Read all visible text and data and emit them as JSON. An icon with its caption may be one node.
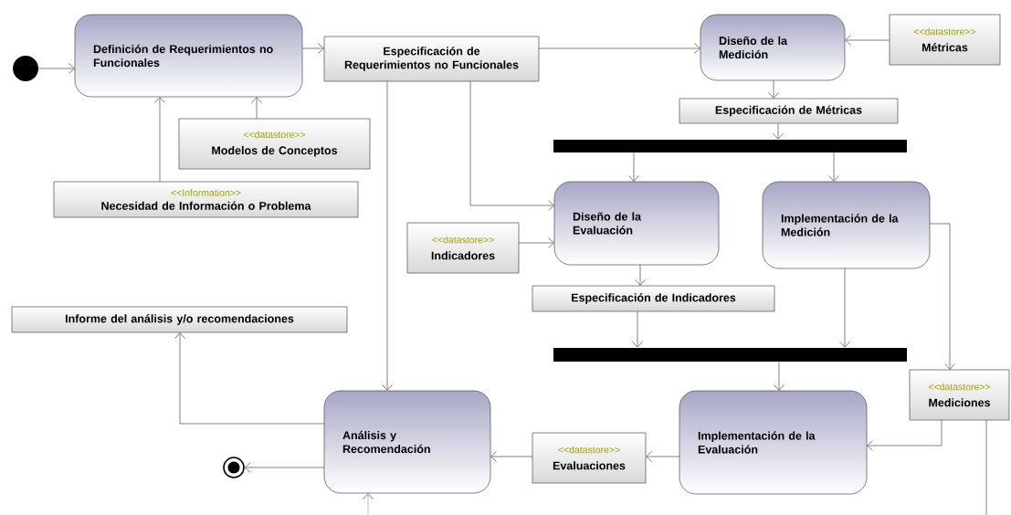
{
  "diagram": {
    "nodes": [
      {
        "text": [],
        "shape": "circle"
      },
      {
        "text": [
          "Definición de Requerimientos no Funcionales"
        ]
      },
      {
        "text": [
          "Especificación de Requerimientos no Funcionales"
        ]
      },
      {
        "text": [
          "Diseño de la Medición"
        ]
      },
      {
        "text": [
          "<<datastore>>",
          "Métricas"
        ]
      },
      {
        "text": [
          "<<datastore>>",
          "Modelos de Conceptos"
        ]
      },
      {
        "text": [
          "<<Information>>",
          "Necesidad de Información o Problema"
        ]
      },
      {
        "text": [
          "Especificación de Métricas"
        ]
      },
      {
        "text": [],
        "shape": "bar"
      },
      {
        "text": [
          "Diseño de la Evaluación"
        ]
      },
      {
        "text": [
          "<<datastore>>",
          "Indicadores"
        ]
      },
      {
        "text": [
          "Implementación de la Medición"
        ]
      },
      {
        "text": [
          "Especificación de Indicadores"
        ]
      },
      {
        "text": [
          "Informe del análisis y/o recomendaciones"
        ]
      },
      {
        "text": [],
        "shape": "bar"
      },
      {
        "text": [
          "Análisis y Recomendación"
        ]
      },
      {
        "text": [
          "<<datastore>>",
          "Mediciones"
        ]
      },
      {
        "text": [
          "Implementación de la Evaluación"
        ]
      },
      {
        "text": [
          "<<datastore>>",
          "Evaluaciones"
        ]
      },
      {
        "text": [],
        "shape": "circle"
      }
    ],
    "edges": [
      {
        "from": 0,
        "to": 1,
        "arrow": "to"
      },
      {
        "from": 1,
        "to": 2,
        "arrow": "to"
      },
      {
        "from": 2,
        "to": 3,
        "arrow": "to"
      },
      {
        "from": 4,
        "to": 3,
        "arrow": "to"
      },
      {
        "from": 3,
        "to": 7,
        "arrow": "to"
      },
      {
        "from": 7,
        "to": 8,
        "arrow": "to"
      },
      {
        "from": 8,
        "to": 9,
        "arrow": "to"
      },
      {
        "from": 8,
        "to": 11,
        "arrow": "to"
      },
      {
        "from": 2,
        "to": 9,
        "arrow": "to"
      },
      {
        "from": 2,
        "to": 15,
        "arrow": "to"
      },
      {
        "from": 10,
        "to": 9,
        "arrow": "to"
      },
      {
        "from": 5,
        "to": 1,
        "arrow": "to"
      },
      {
        "from": 6,
        "to": 1,
        "arrow": "to"
      },
      {
        "from": 9,
        "to": 12,
        "arrow": "to"
      },
      {
        "from": 12,
        "to": 14,
        "arrow": "to"
      },
      {
        "from": 11,
        "to": 14,
        "arrow": "to"
      },
      {
        "from": 11,
        "to": 16,
        "arrow": "to"
      },
      {
        "from": 14,
        "to": 17,
        "arrow": "to"
      },
      {
        "from": 16,
        "to": 17,
        "arrow": "to"
      },
      {
        "from": 17,
        "to": 18,
        "arrow": "to"
      },
      {
        "from": 18,
        "to": 15,
        "arrow": "to"
      },
      {
        "from": 15,
        "to": 13,
        "arrow": "to"
      },
      {
        "from": 15,
        "to": 19,
        "arrow": "to"
      },
      {
        "from": null,
        "to": 15,
        "arrow": "to"
      },
      {
        "from": 16,
        "to": null,
        "arrow": "none"
      }
    ]
  }
}
